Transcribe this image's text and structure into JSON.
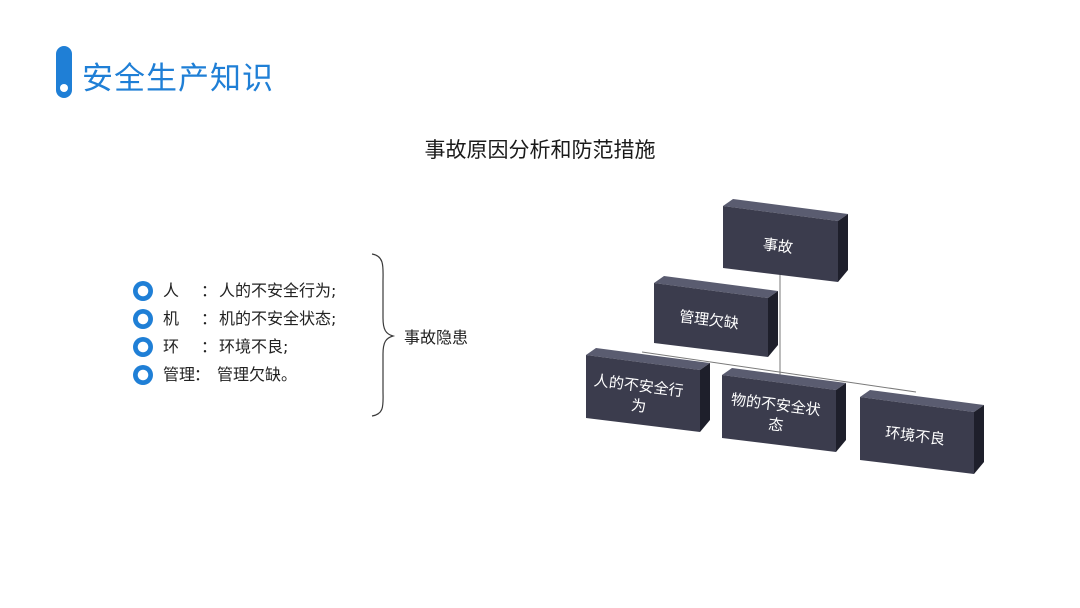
{
  "header": {
    "title": "安全生产知识"
  },
  "slide": {
    "subtitle": "事故原因分析和防范措施"
  },
  "causes": [
    {
      "key": "人",
      "colon": "：",
      "value": "人的不安全行为;"
    },
    {
      "key": "机",
      "colon": "：",
      "value": "机的不安全状态;"
    },
    {
      "key": "环",
      "colon": "：",
      "value": "环境不良;"
    },
    {
      "key": "管理",
      "colon": "：",
      "value": "管理欠缺。"
    }
  ],
  "brace_label": "事故隐患",
  "tree": {
    "root": "事故",
    "mid": "管理欠缺",
    "leaves": [
      {
        "line1": "人的不安全行",
        "line2": "为"
      },
      {
        "line1": "物的不安全状",
        "line2": "态"
      },
      {
        "line1": "环境不良",
        "line2": ""
      }
    ]
  },
  "colors": {
    "accent": "#1f7fd6",
    "box_front": "#3b3c4d",
    "box_side": "#1e1f2b",
    "box_top": "#5a5c70"
  }
}
